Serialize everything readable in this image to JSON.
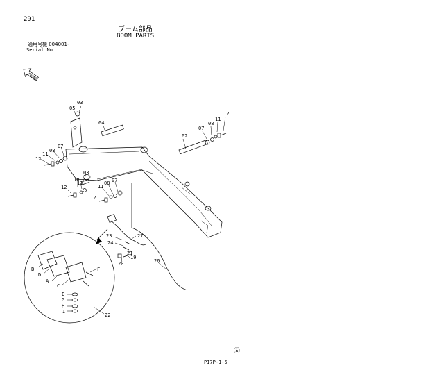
{
  "header": {
    "page_number": "291",
    "title_jp": "ブーム部品",
    "title_en": "BOOM PARTS",
    "serial_jp": "適用号機 004001-",
    "serial_en": "Serial No."
  },
  "front_arrow": {
    "label": "FRONT"
  },
  "part_labels": {
    "p02": "02",
    "p03": "03",
    "p04": "04",
    "p05": "05",
    "p07": "07",
    "p08": "08",
    "p11": "11",
    "p12": "12",
    "p19": "19",
    "p20": "20",
    "p21": "21",
    "p22": "22",
    "p23": "23",
    "p24": "24",
    "p26": "26",
    "p27": "27",
    "pA": "A",
    "pB": "B",
    "pC": "C",
    "pD": "D",
    "pE": "E",
    "pF": "F",
    "pG": "G",
    "pH": "H",
    "pI": "I"
  },
  "footer": {
    "figure_code": "P17P-1-5",
    "circle_mark": "Ⓢ"
  }
}
